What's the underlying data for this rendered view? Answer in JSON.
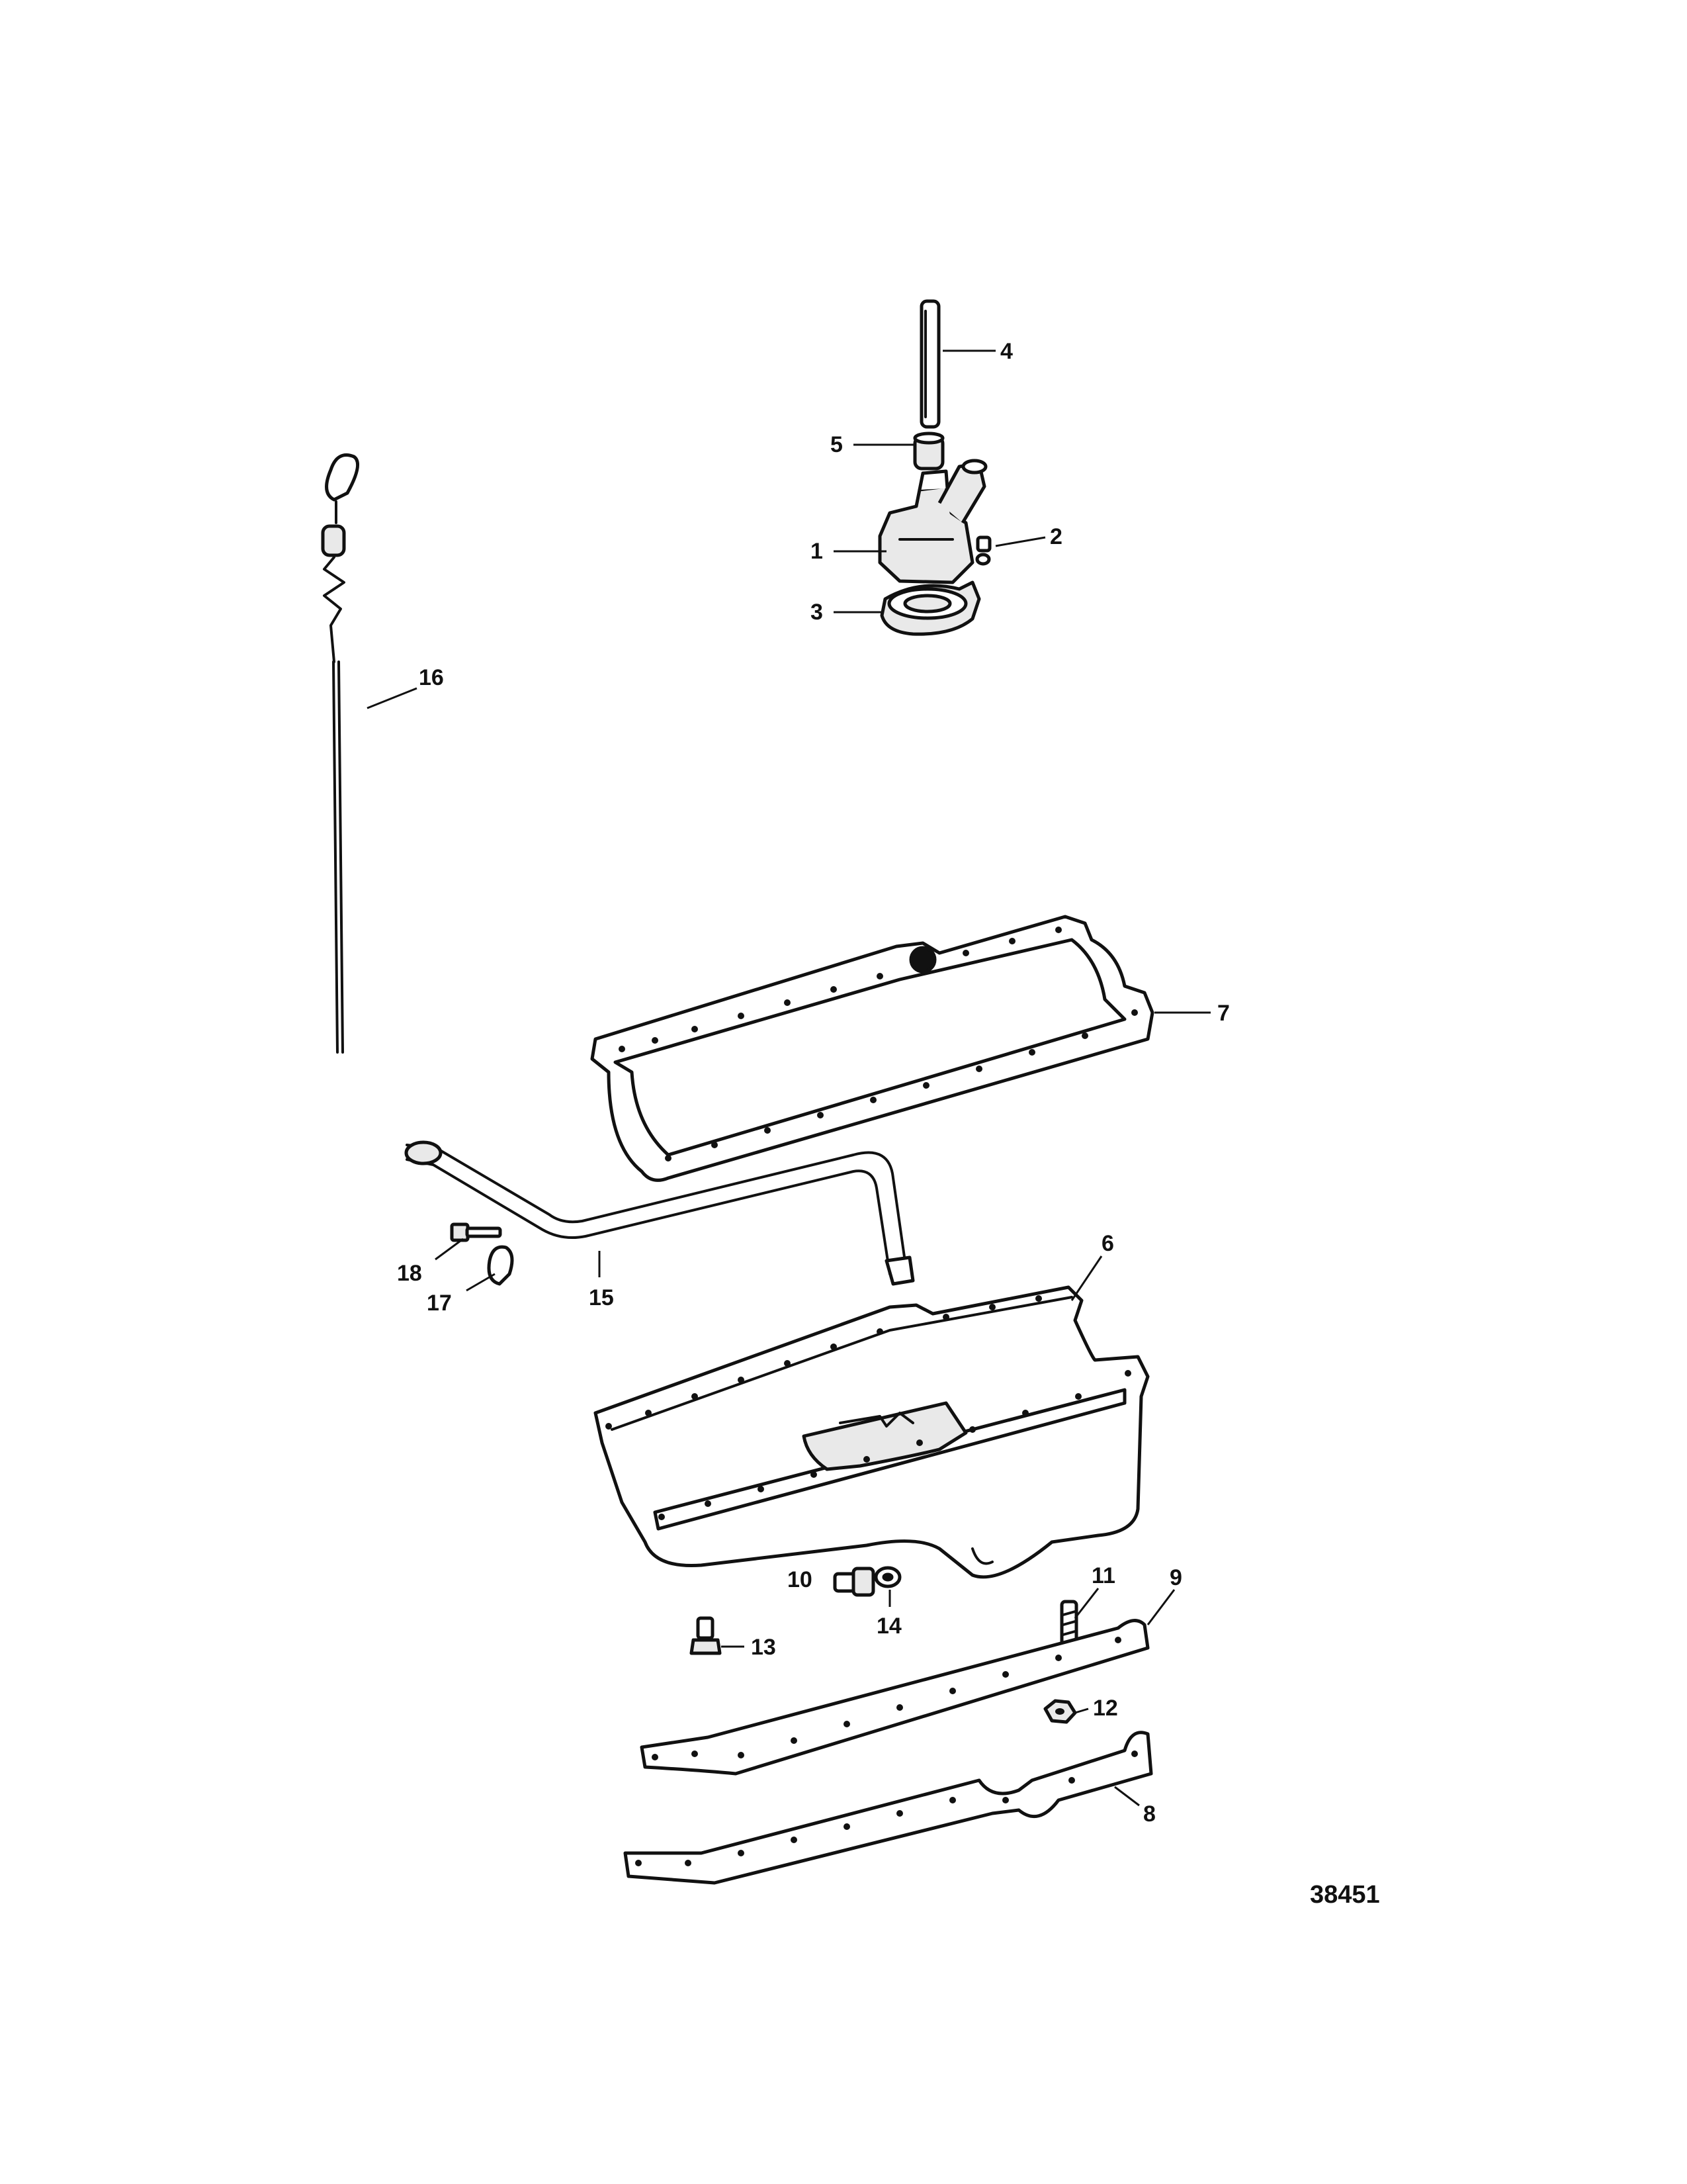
{
  "figure_number": "38451",
  "callouts": {
    "c1": "1",
    "c2": "2",
    "c3": "3",
    "c4": "4",
    "c5": "5",
    "c6": "6",
    "c7": "7",
    "c8": "8",
    "c9": "9",
    "c10": "10",
    "c11": "11",
    "c12": "12",
    "c13": "13",
    "c14": "14",
    "c15": "15",
    "c16": "16",
    "c17": "17",
    "c18": "18"
  }
}
